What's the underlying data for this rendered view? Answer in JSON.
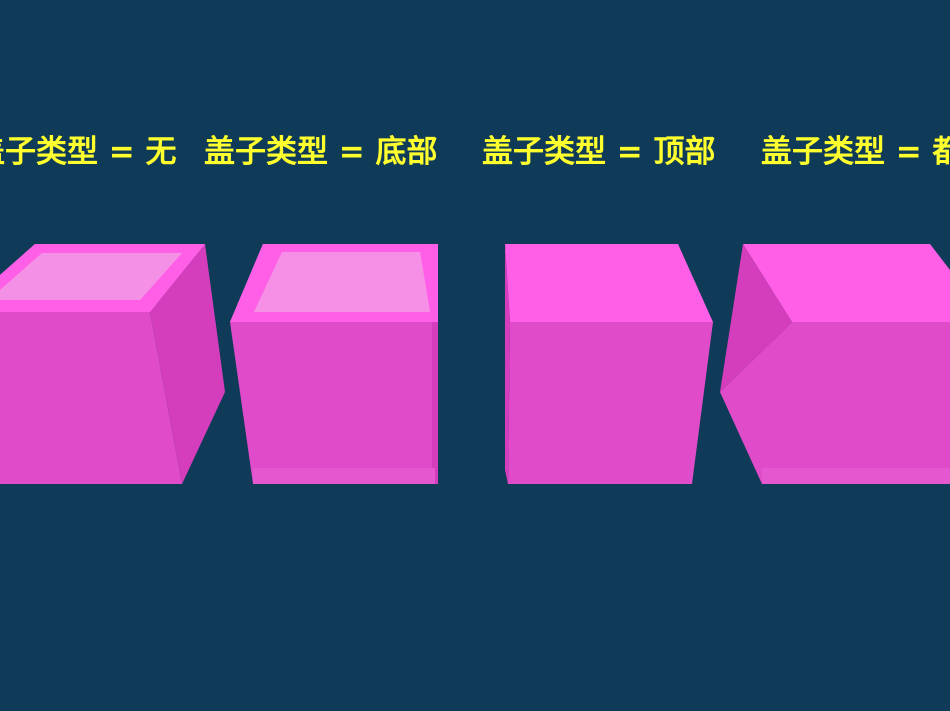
{
  "labels": [
    "盖子类型 = 无",
    "盖子类型 = 底部",
    "盖子类型 = 顶部",
    "盖子类型 = 都有"
  ],
  "colors": {
    "background": "#0f3a58",
    "label_text": "#ffff2e",
    "box_front": "#e24fcb",
    "box_side": "#d640c0",
    "box_top": "#ff5ee6",
    "box_interior": "#f282e3"
  }
}
